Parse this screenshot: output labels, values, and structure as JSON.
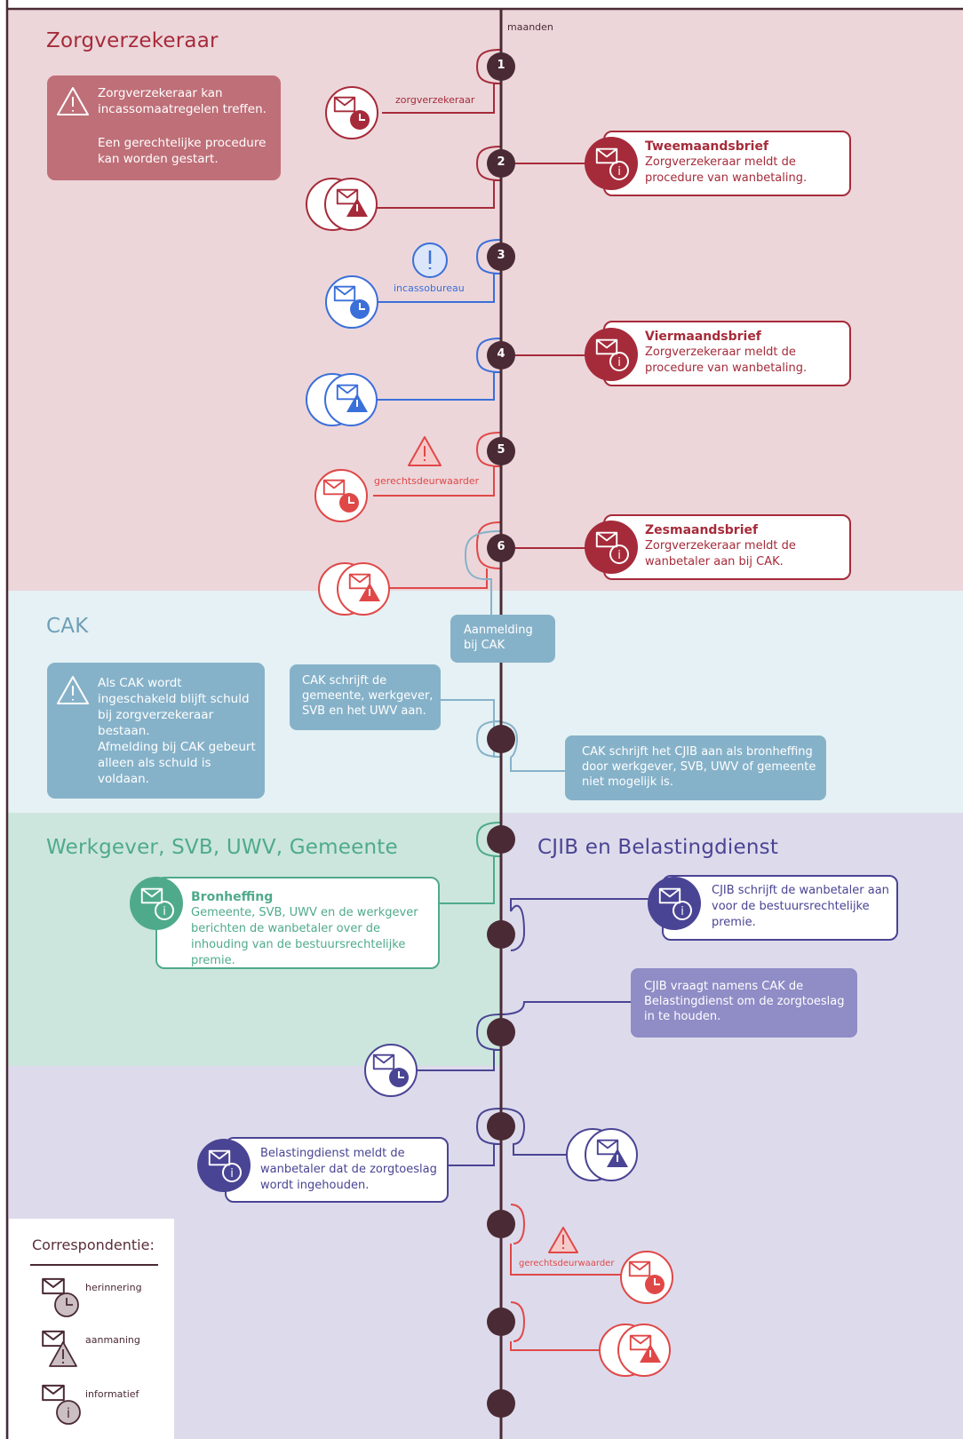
{
  "sections": {
    "zorgverzekeraar": "Zorgverzekeraar",
    "cak": "CAK",
    "werkgever": "Werkgever, SVB, UWV, Gemeente",
    "cjib": "CJIB en Belastingdienst"
  },
  "timeline": {
    "label": "maanden",
    "steps": [
      "1",
      "2",
      "3",
      "4",
      "5",
      "6"
    ]
  },
  "warnings": {
    "zorgverzekeraar": {
      "line1": "Zorgverzekeraar kan incassomaatregelen treffen.",
      "line2": "Een gerechtelijke procedure kan worden gestart."
    },
    "cak": {
      "line1": "Als CAK wordt ingeschakeld blijft schuld bij zorgverzekeraar bestaan.",
      "line2": "Afmelding bij CAK gebeurt alleen als schuld is voldaan."
    }
  },
  "letters": {
    "tweemaands": {
      "title": "Tweemaandsbrief",
      "body": "Zorgverzekeraar meldt de procedure van wanbetaling."
    },
    "viermaands": {
      "title": "Viermaandsbrief",
      "body": "Zorgverzekeraar meldt de procedure van wanbetaling."
    },
    "zesmaands": {
      "title": "Zesmaandsbrief",
      "body": "Zorgverzekeraar meldt de wanbetaler aan bij CAK."
    },
    "bronheffing": {
      "title": "Bronheffing",
      "body": "Gemeente, SVB, UWV en de werkgever berichten de wanbetaler over de inhouding van de bestuursrechtelijke premie."
    },
    "cjib": {
      "body": "CJIB schrijft de wanbetaler aan voor de bestuursrechtelijke premie."
    },
    "belasting": {
      "body": "Belastingdienst meldt de wanbetaler dat de zorgtoeslag wordt ingehouden."
    }
  },
  "notes": {
    "aanmelding": "Aanmelding bij CAK",
    "cak_schrijft": "CAK schrijft de gemeente, werkgever, SVB en het UWV aan.",
    "cak_cjib": "CAK schrijft het CJIB aan als bronheffing door werkgever, SVB, UWV of gemeente niet mogelijk is.",
    "cjib_vraagt": "CJIB vraagt namens CAK de Belastingdienst om de zorgtoeslag in te houden."
  },
  "senders": {
    "zorgverzekeraar": "zorgverzekeraar",
    "incassobureau": "incassobureau",
    "deurwaarder1": "gerechtsdeurwaarder",
    "deurwaarder2": "gerechtsdeurwaarder"
  },
  "legend": {
    "title": "Correspondentie:",
    "items": [
      {
        "label": "herinnering",
        "icon": "envelope-clock-icon"
      },
      {
        "label": "aanmaning",
        "icon": "envelope-warning-icon"
      },
      {
        "label": "informatief",
        "icon": "envelope-info-icon"
      }
    ]
  },
  "colors": {
    "insurer": "#a62b3a",
    "insurer_bg": "#ecd6da",
    "cak": "#86b2c9",
    "cak_bg": "#e5f1f4",
    "employer": "#4faa8c",
    "employer_bg": "#cce6dd",
    "cjib": "#4a4494",
    "cjib_bg": "#dddbeb",
    "incasso": "#3b6fd9",
    "bailiff": "#e04848",
    "spine": "#4a2a35"
  }
}
